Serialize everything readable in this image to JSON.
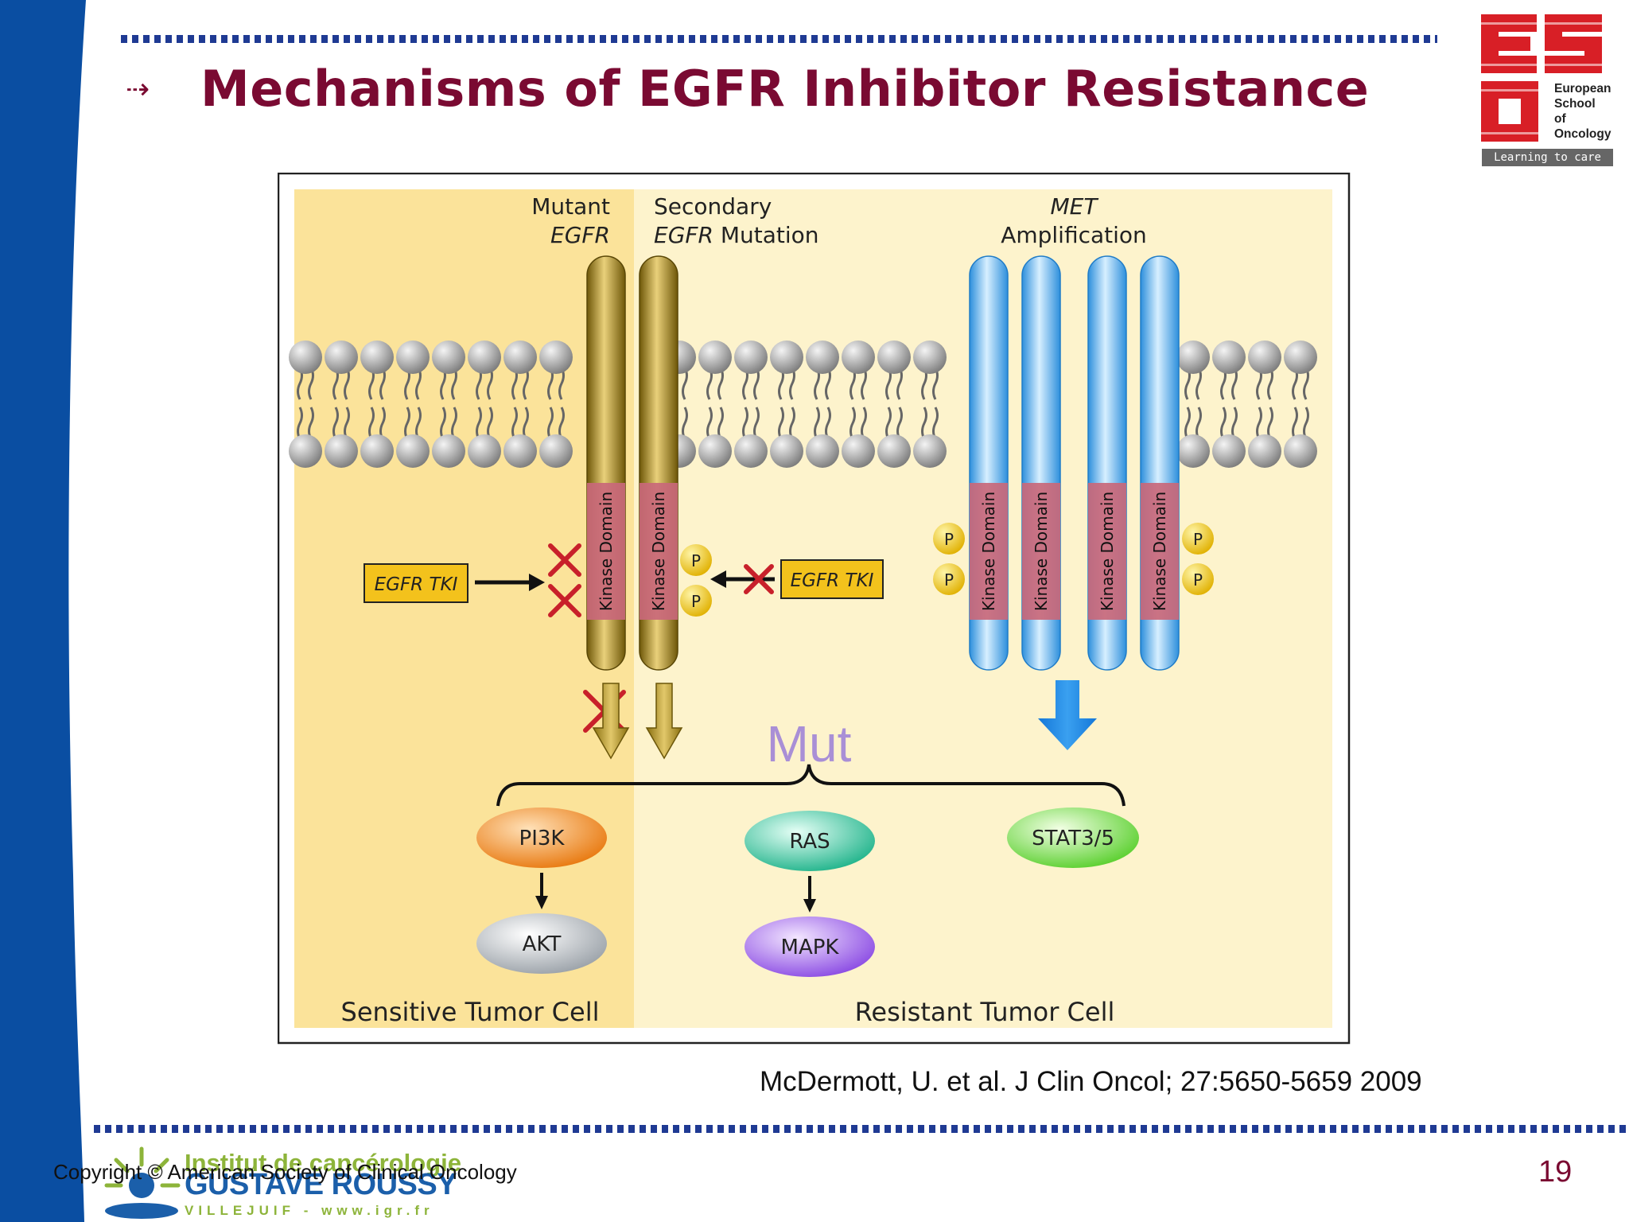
{
  "slide": {
    "title": "Mechanisms of EGFR Inhibitor Resistance",
    "title_arrow": "⇢",
    "citation": "McDermott, U. et al. J Clin Oncol; 27:5650-5659 2009",
    "copyright": "Copyright © American Society of Clinical Oncology",
    "page_number": "19"
  },
  "logo_eso": {
    "lines": [
      "European",
      "School",
      "of",
      "Oncology"
    ],
    "tagline": "Learning to care"
  },
  "logo_igr": {
    "line1": "Institut de cancérologie",
    "line2": "GUSTAVE ROUSSY",
    "line3": "VILLEJUIF - www.igr.fr"
  },
  "figure": {
    "mutant_label_1": "Mutant",
    "mutant_label_2": "EGFR",
    "secondary_label_1": "Secondary",
    "secondary_label_2a": "EGFR",
    "secondary_label_2b": " Mutation",
    "met_label_1": "MET",
    "met_label_2": "Amplification",
    "kinase_domain": "Kinase Domain",
    "phospho": "P",
    "egfr_tki": "EGFR TKI",
    "mut_overlay": "Mut",
    "nodes": {
      "pi3k": "PI3K",
      "akt": "AKT",
      "ras": "RAS",
      "mapk": "MAPK",
      "stat": "STAT3/5"
    },
    "sensitive_label": "Sensitive Tumor Cell",
    "resistant_label": "Resistant Tumor Cell"
  },
  "colors": {
    "title": "#7a0a32",
    "side_blue": "#0a4ea2",
    "dot_blue": "#1f3a93",
    "sensitive_bg": "#fbe39a",
    "resistant_bg": "#fdf3cc",
    "egfr_gold": "#a88a1c",
    "met_blue": "#5ab4ee",
    "kinase_pink": "#c9687a",
    "mut_purple": "#a98fd6"
  }
}
